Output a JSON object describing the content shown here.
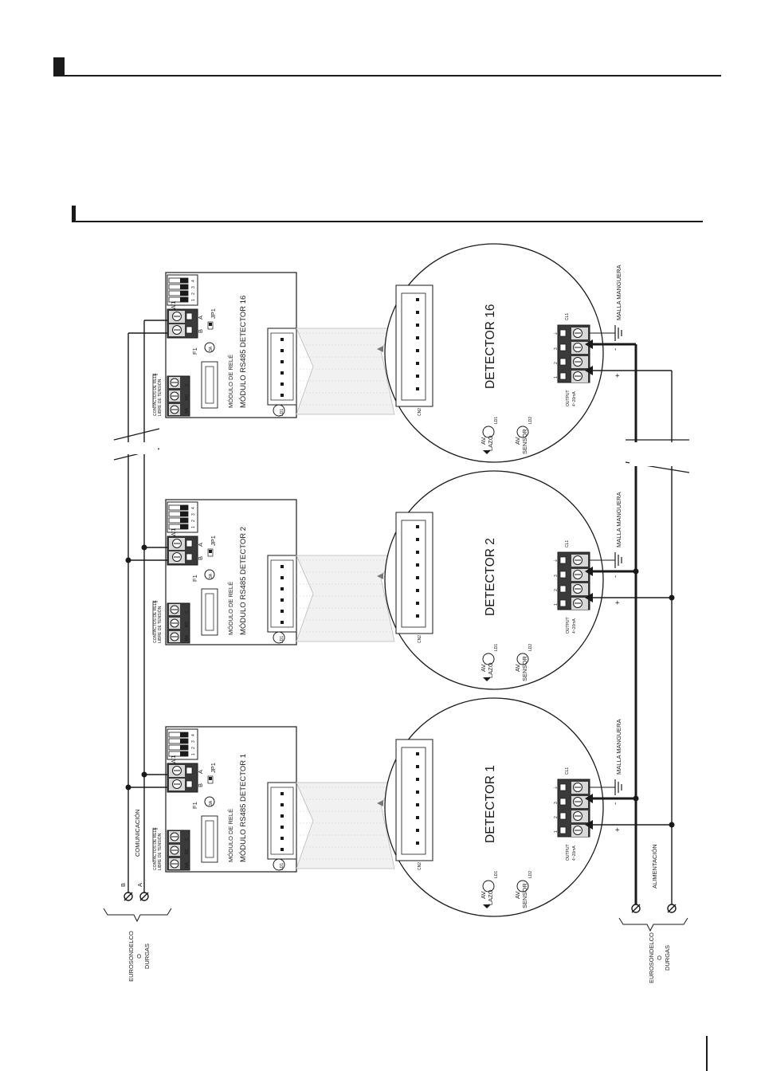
{
  "diagram": {
    "modules": [
      {
        "name": "MÓDULO RS485 DETECTOR 1",
        "relay": "MÓDULO DE RELÉ"
      },
      {
        "name": "MÓDULO RS485 DETECTOR 2",
        "relay": "MÓDULO DE RELÉ"
      },
      {
        "name": "MÓDULO RS485 DETECTOR 16",
        "relay": "MÓDULO DE RELÉ"
      }
    ],
    "detectors": [
      "DETECTOR 1",
      "DETECTOR 2",
      "DETECTOR 16"
    ],
    "module_labels": {
      "sw1": "SW1",
      "jp1": "JP1",
      "f1": "F1",
      "fuse": "3A",
      "a": "A",
      "b": "B",
      "ld1": "LD1",
      "relay_note_1": "CONTACTOS DE RELÉ",
      "relay_note_2": "LIBRE DE TENSIÓN",
      "na": "NA",
      "nc": "NC",
      "c": "C",
      "dip": [
        "1",
        "2",
        "3",
        "4"
      ]
    },
    "detector_labels": {
      "cn2": "CN2",
      "ld1": "LD1",
      "ld2": "LD2",
      "av_lazo_1": "AV.",
      "av_lazo_2": "LAZO",
      "av_sensor_1": "AV.",
      "av_sensor_2": "SENSOR",
      "cl1": "CL1",
      "output_1": "OUTPUT",
      "output_2": "4~20mA",
      "pins": [
        "1",
        "2",
        "3",
        "⏚"
      ],
      "minus": "-",
      "plus": "+",
      "malla": "MALLA MANGUERA"
    },
    "bus": {
      "comunicacion": "COMUNICACIÓN",
      "alimentacion": "ALIMENTACIÓN",
      "a": "A",
      "b": "B"
    },
    "sources": {
      "left": [
        "EUROSONDELCO",
        "O",
        "DURGAS"
      ],
      "right": [
        "EUROSONDELCO",
        "O",
        "DURGAS"
      ]
    }
  }
}
